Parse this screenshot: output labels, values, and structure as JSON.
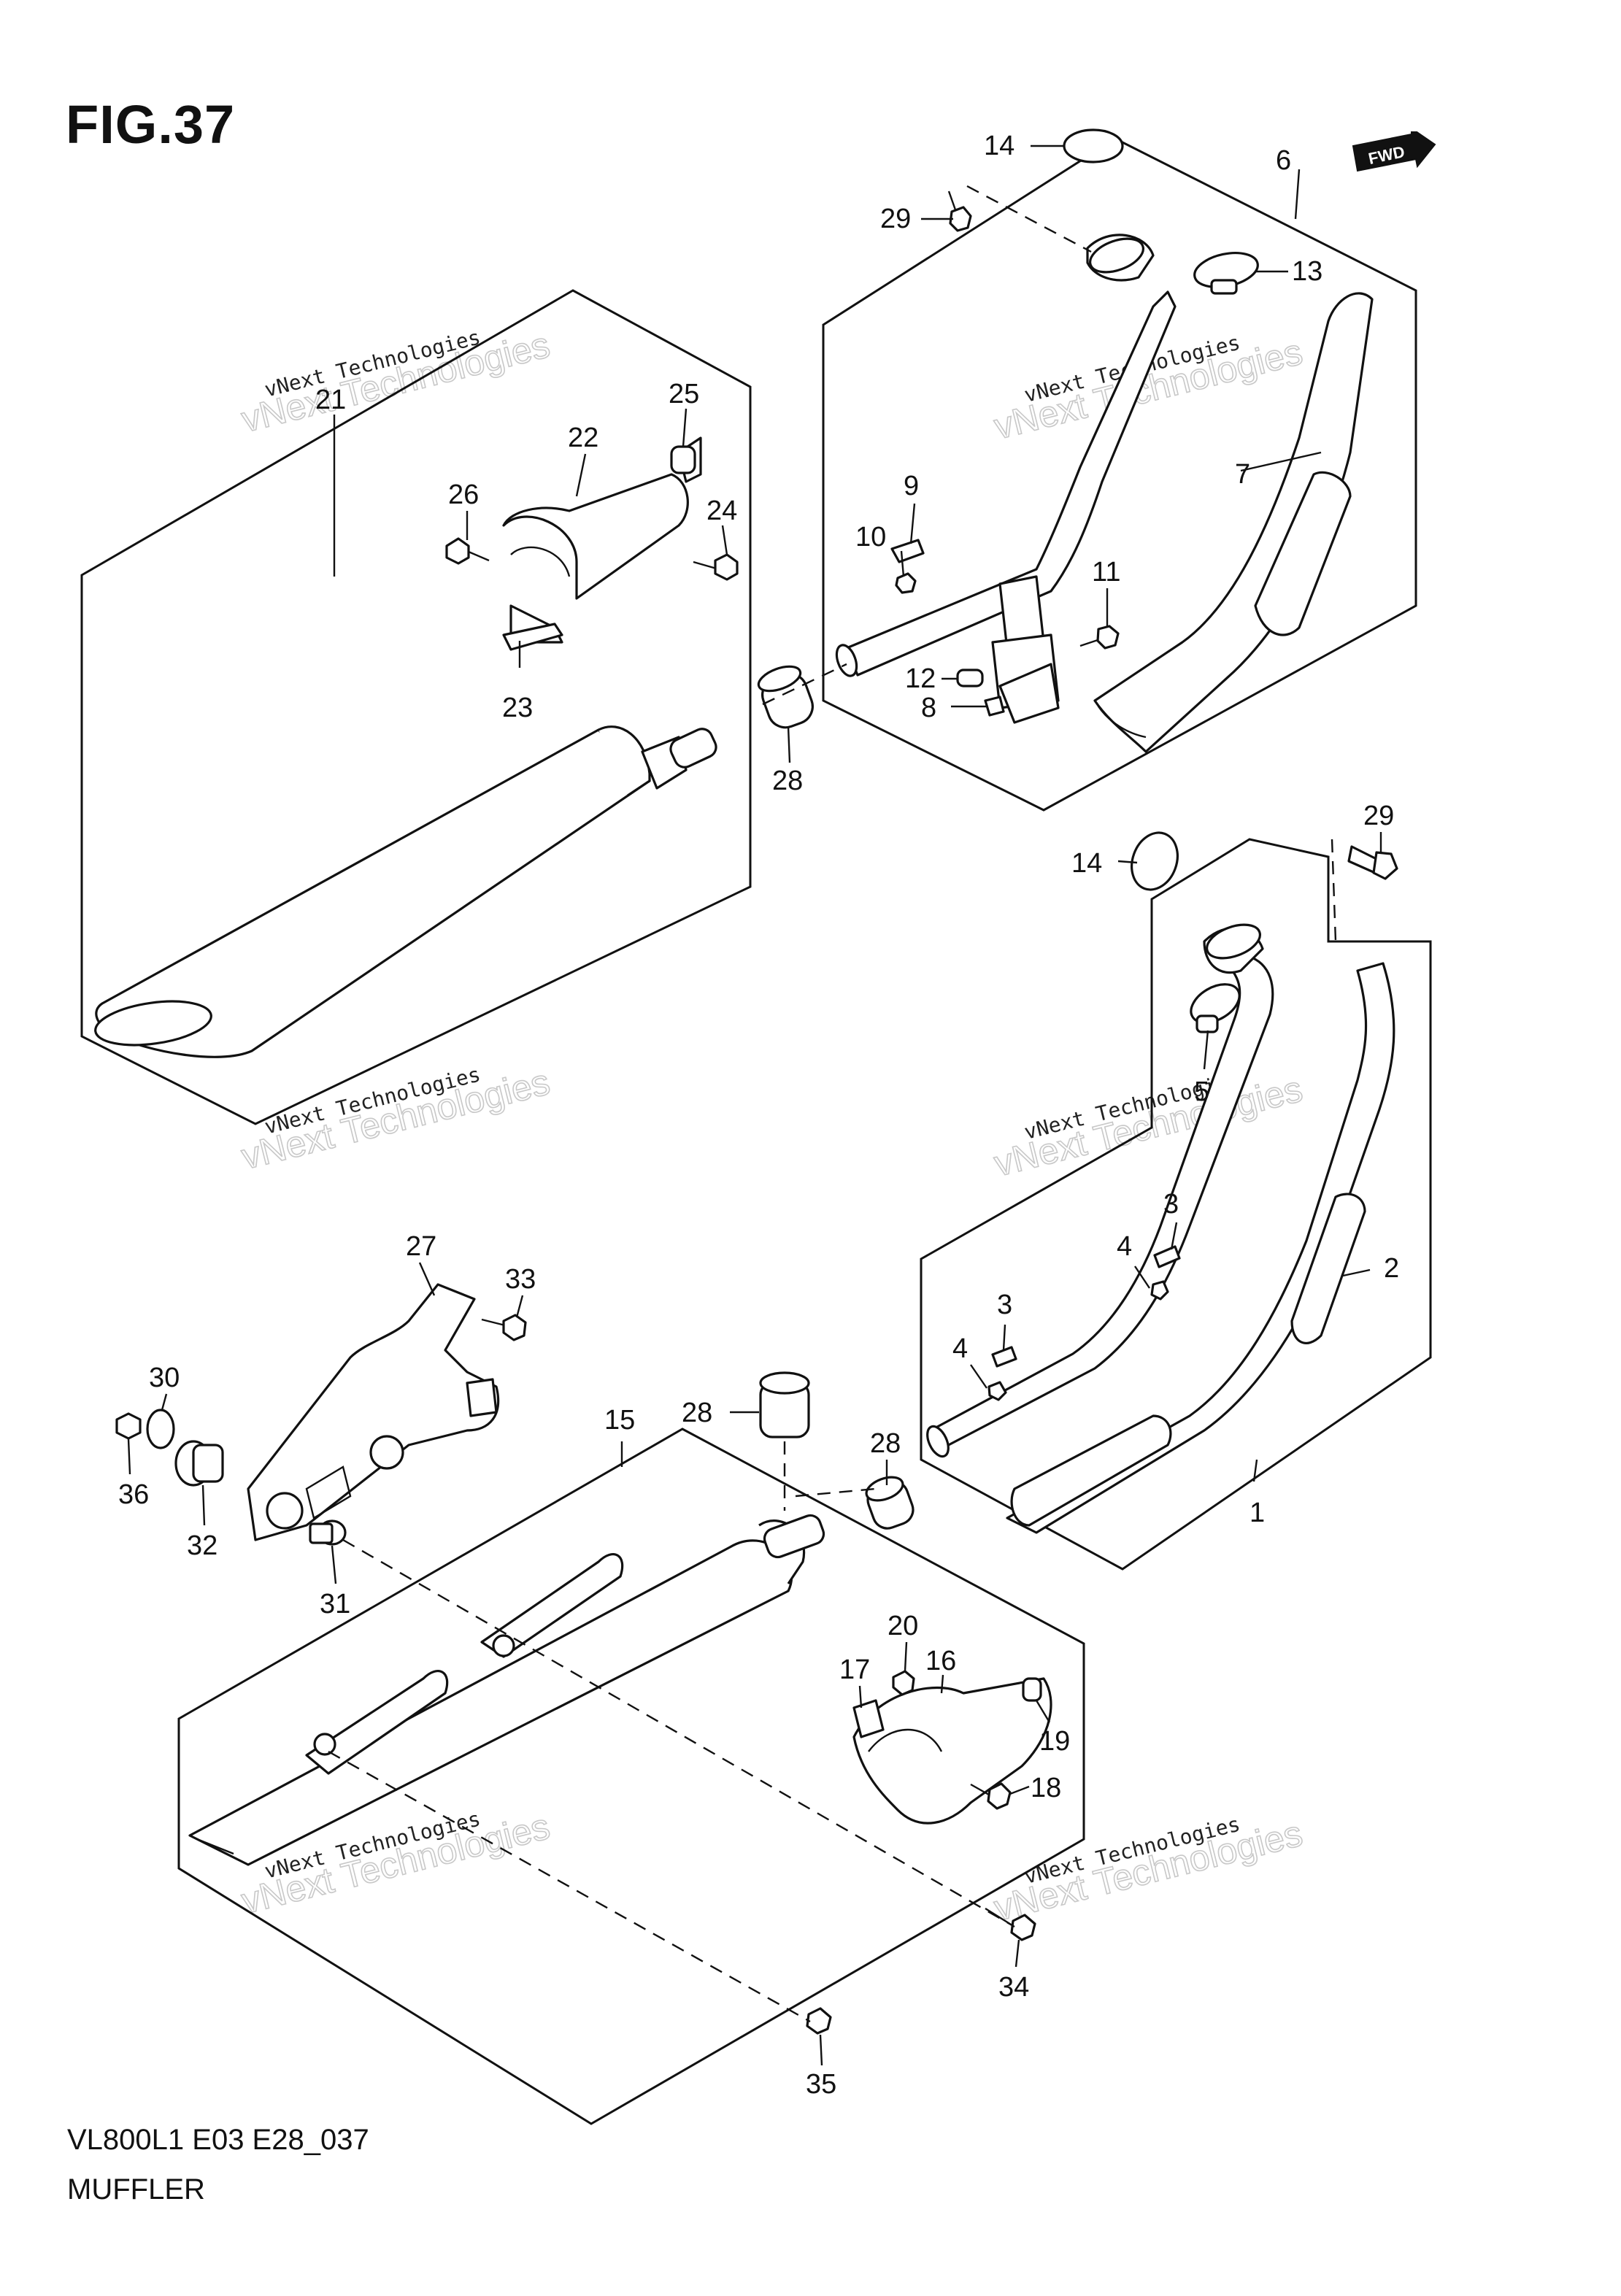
{
  "figure": {
    "title": "FIG.37",
    "model_code": "VL800L1 E03 E28_037",
    "part_group": "MUFFLER",
    "direction_badge": "FWD"
  },
  "watermark": {
    "line1": "vNext Technologies",
    "line2": "vNext Technologies"
  },
  "callouts": {
    "c1": "1",
    "c2": "2",
    "c3a": "3",
    "c3b": "3",
    "c4a": "4",
    "c4b": "4",
    "c5": "5",
    "c6": "6",
    "c7": "7",
    "c8": "8",
    "c9": "9",
    "c10": "10",
    "c11": "11",
    "c12": "12",
    "c13": "13",
    "c14a": "14",
    "c14b": "14",
    "c15": "15",
    "c16": "16",
    "c17": "17",
    "c18": "18",
    "c19": "19",
    "c20": "20",
    "c21": "21",
    "c22": "22",
    "c23": "23",
    "c24": "24",
    "c25": "25",
    "c26": "26",
    "c27": "27",
    "c28a": "28",
    "c28b": "28",
    "c28c": "28",
    "c29a": "29",
    "c29b": "29",
    "c30": "30",
    "c31": "31",
    "c32": "32",
    "c33": "33",
    "c34": "34",
    "c35": "35",
    "c36": "36"
  },
  "colors": {
    "ink": "#111111",
    "watermark": "#c8c8c8",
    "background": "#ffffff"
  }
}
